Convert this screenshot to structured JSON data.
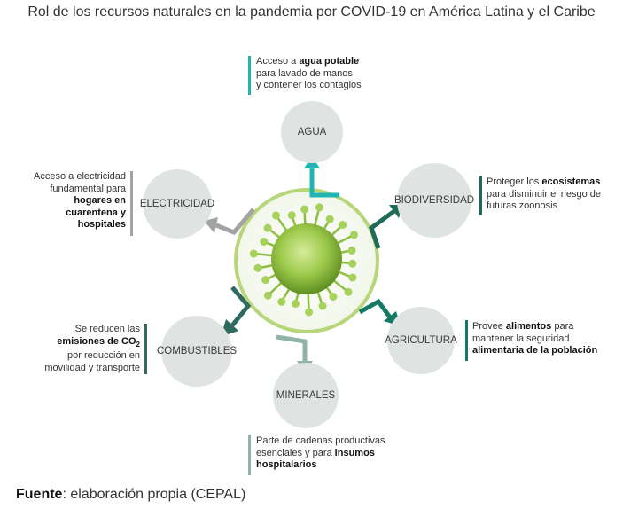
{
  "title": "Rol de los recursos naturales en la pandemia por COVID-19 en América Latina y el Caribe",
  "nodes": {
    "agua": "AGUA",
    "electricidad": "ELECTRICIDAD",
    "biodiversidad": "BIODIVERSIDAD",
    "combustibles": "COMBUSTIBLES",
    "agricultura": "AGRICULTURA",
    "minerales": "MINERALES"
  },
  "descriptions": {
    "agua": {
      "p1": "Acceso a ",
      "b1": "agua potable",
      "p2": "para lavado de manos",
      "p3": "y contener los contagios"
    },
    "electricidad": {
      "p1": "Acceso a electricidad",
      "p2": "fundamental para",
      "b1": "hogares en",
      "b2": "cuarentena y",
      "b3": "hospitales"
    },
    "biodiversidad": {
      "p1": "Proteger los ",
      "b1": "ecosistemas",
      "p2": "para disminuir el riesgo de",
      "p3": "futuras zoonosis"
    },
    "combustibles": {
      "p1": "Se reducen las",
      "b1": "emisiones de CO",
      "sub": "2",
      "p2": "por reducción en",
      "p3": "movilidad y transporte"
    },
    "agricultura": {
      "p1": "Provee ",
      "b1": "alimentos",
      "p2": " para",
      "p3": "mantener la seguridad",
      "b2": "alimentaria de la población"
    },
    "minerales": {
      "p1": "Parte de cadenas productivas",
      "p2": "esenciales y para ",
      "b1": "insumos",
      "b2": "hospitalarios"
    }
  },
  "footer": {
    "label": "Fuente",
    "text": ": elaboración propia (CEPAL)"
  },
  "colors": {
    "agua": "#20b5b3",
    "electricidad": "#a3a3a3",
    "biodiversidad": "#1f6b59",
    "combustibles": "#2e6a5f",
    "agricultura": "#137a66",
    "minerales": "#8fb3a9",
    "circle_fill": "#dfe3e1",
    "ring": "#b7d67a",
    "virus": "#8cbf3f"
  }
}
